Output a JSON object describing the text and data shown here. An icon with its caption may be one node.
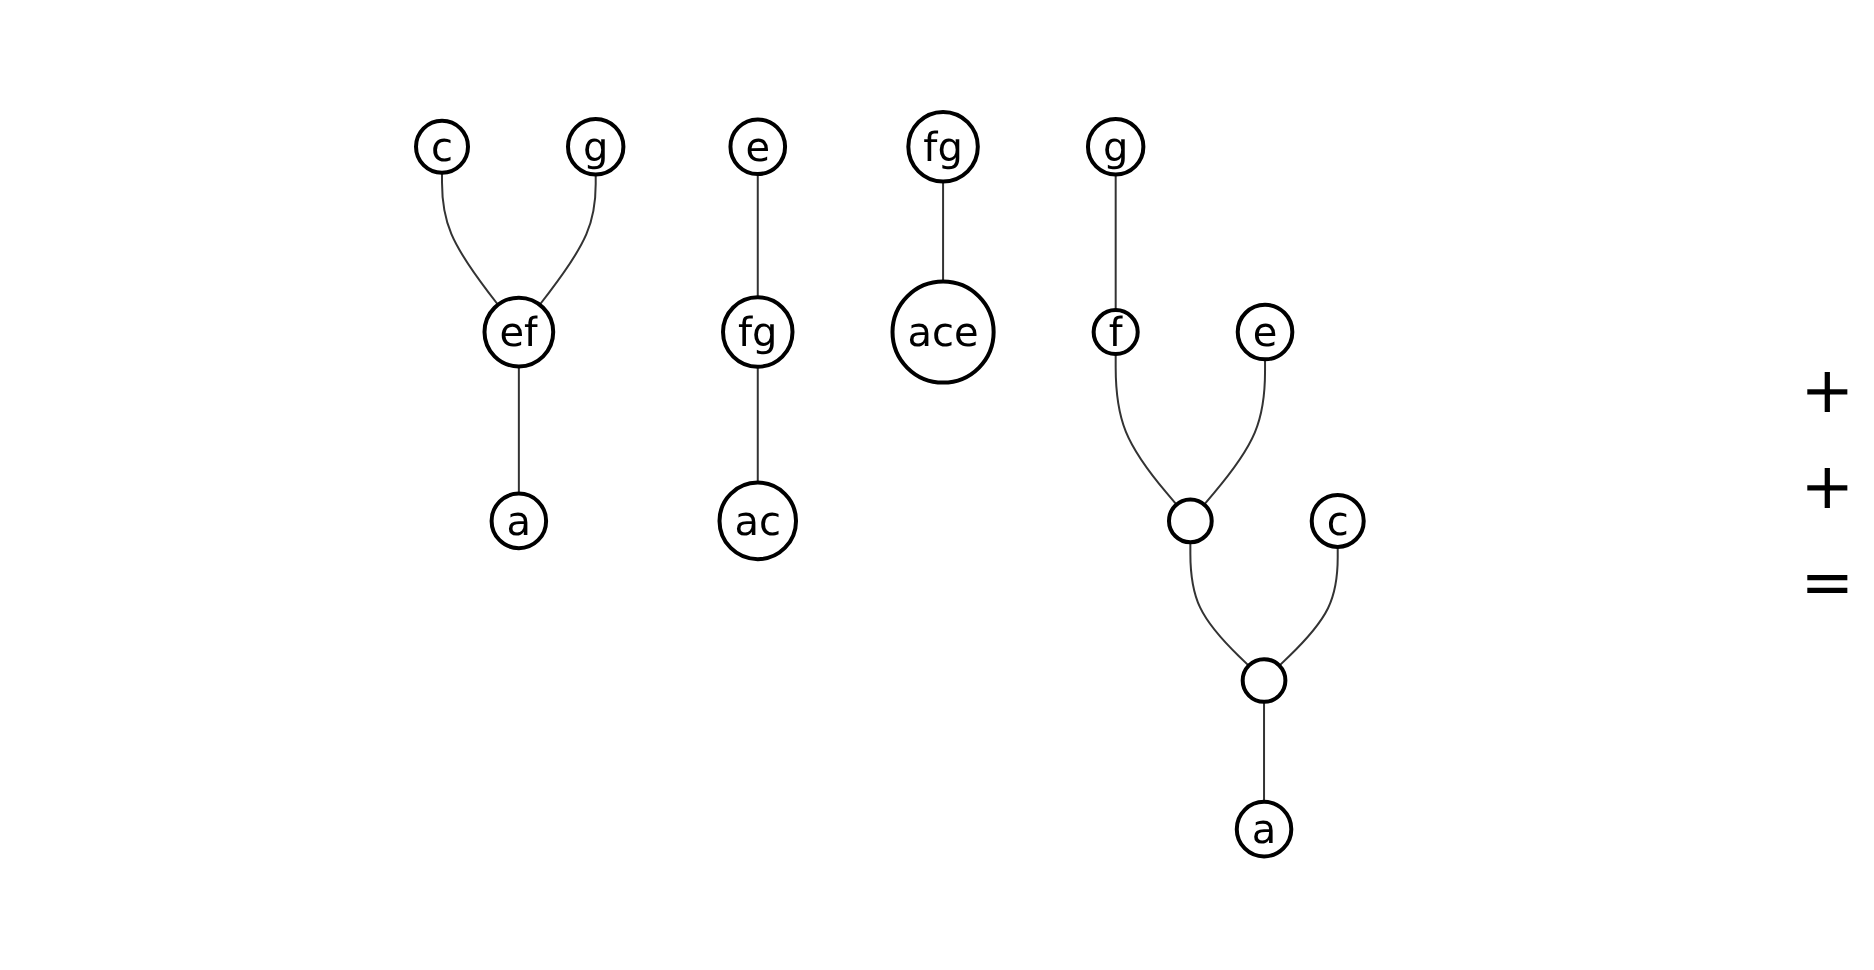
{
  "diagram": {
    "nodes": [
      {
        "text": [
          "c"
        ]
      },
      {
        "text": [
          "g"
        ]
      },
      {
        "text": [
          "ef"
        ]
      },
      {
        "text": [
          "a"
        ]
      },
      {
        "text": [
          "e"
        ]
      },
      {
        "text": [
          "fg"
        ]
      },
      {
        "text": [
          "ac"
        ]
      },
      {
        "text": [
          "fg"
        ]
      },
      {
        "text": [
          "ace"
        ]
      },
      {
        "text": [
          "g"
        ]
      },
      {
        "text": [
          "f"
        ]
      },
      {
        "text": [
          "e"
        ]
      },
      {
        "text": [],
        "shape": "circle"
      },
      {
        "text": [
          "c"
        ]
      },
      {
        "text": [],
        "shape": "circle"
      },
      {
        "text": [
          "a"
        ]
      }
    ],
    "edges": [
      {
        "from": 0,
        "to": 2,
        "arrow": "none"
      },
      {
        "from": 1,
        "to": 2,
        "arrow": "none"
      },
      {
        "from": 2,
        "to": 3,
        "arrow": "none"
      },
      {
        "from": 4,
        "to": 5,
        "arrow": "none"
      },
      {
        "from": 5,
        "to": 6,
        "arrow": "none"
      },
      {
        "from": 7,
        "to": 8,
        "arrow": "none"
      },
      {
        "from": 9,
        "to": 10,
        "arrow": "none"
      },
      {
        "from": 10,
        "to": 12,
        "arrow": "none"
      },
      {
        "from": 11,
        "to": 12,
        "arrow": "none"
      },
      {
        "from": 12,
        "to": 14,
        "arrow": "none"
      },
      {
        "from": 13,
        "to": 14,
        "arrow": "none"
      },
      {
        "from": 14,
        "to": 15,
        "arrow": "none"
      }
    ],
    "labels": [
      "+",
      "+",
      "="
    ]
  }
}
